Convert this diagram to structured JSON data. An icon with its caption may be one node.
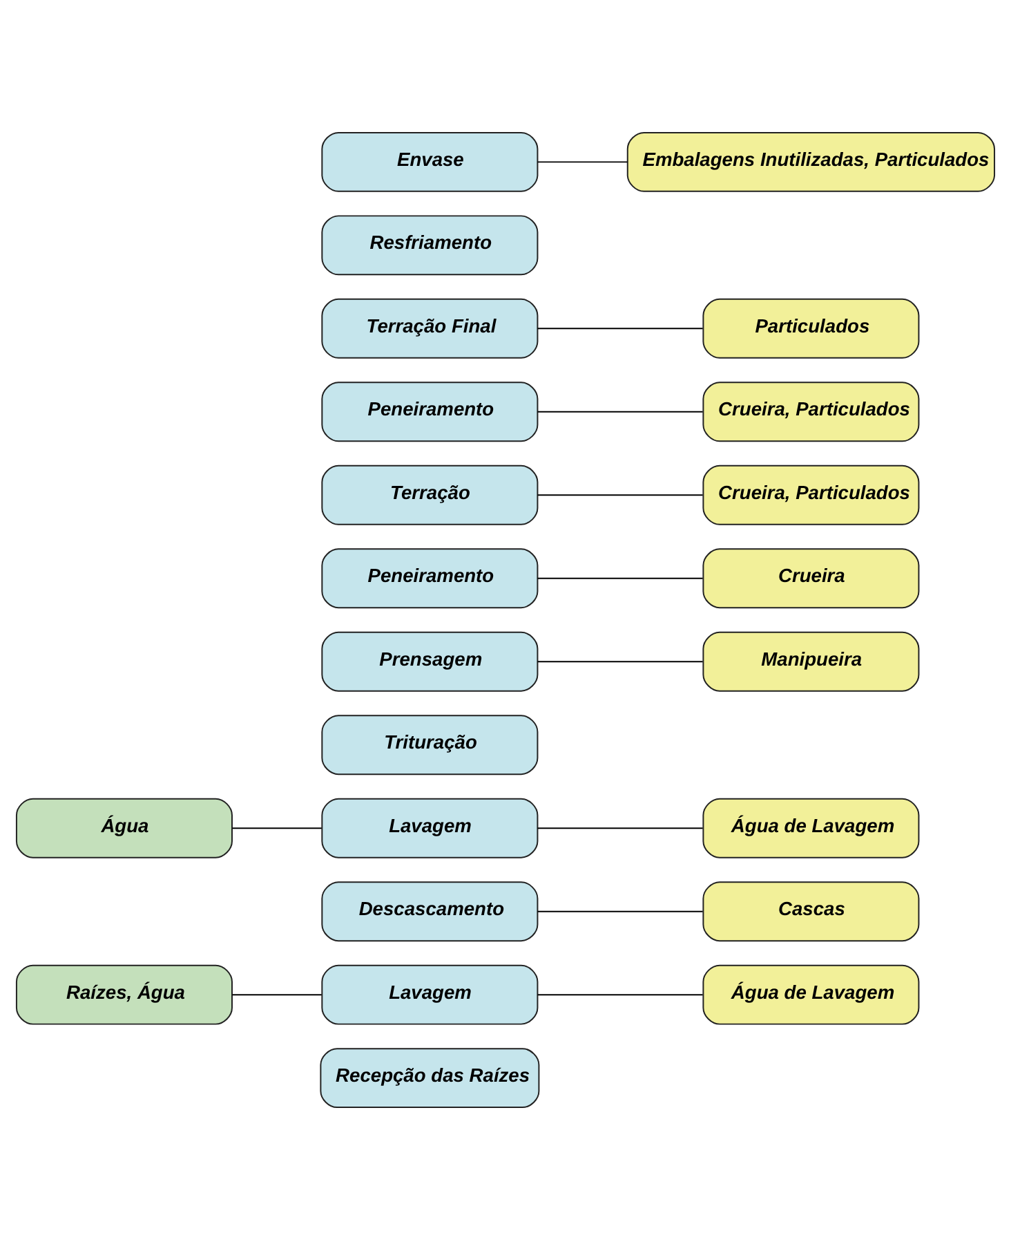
{
  "diagram": {
    "nodes": [
      {
        "text": [
          "Recepção das Raízes"
        ]
      },
      {
        "text": [
          "Raízes, Água"
        ]
      },
      {
        "text": [
          "Lavagem"
        ]
      },
      {
        "text": [
          "Água de Lavagem"
        ]
      },
      {
        "text": [
          "Descascamento"
        ]
      },
      {
        "text": [
          "Cascas"
        ]
      },
      {
        "text": [
          "Água"
        ]
      },
      {
        "text": [
          "Lavagem"
        ]
      },
      {
        "text": [
          "Água de Lavagem"
        ]
      },
      {
        "text": [
          "Trituração"
        ]
      },
      {
        "text": [
          "Prensagem"
        ]
      },
      {
        "text": [
          "Manipueira"
        ]
      },
      {
        "text": [
          "Peneiramento"
        ]
      },
      {
        "text": [
          "Crueira"
        ]
      },
      {
        "text": [
          "Terração"
        ]
      },
      {
        "text": [
          "Crueira, Particulados"
        ]
      },
      {
        "text": [
          "Peneiramento"
        ]
      },
      {
        "text": [
          "Crueira, Particulados"
        ]
      },
      {
        "text": [
          "Terração Final"
        ]
      },
      {
        "text": [
          "Particulados"
        ]
      },
      {
        "text": [
          "Resfriamento"
        ]
      },
      {
        "text": [
          "Envase"
        ]
      },
      {
        "text": [
          "Embalagens Inutilizadas, Particulados"
        ]
      }
    ],
    "edges": [
      {
        "from": 1,
        "to": 2,
        "arrow": "none"
      },
      {
        "from": 2,
        "to": 3,
        "arrow": "none"
      },
      {
        "from": 4,
        "to": 5,
        "arrow": "none"
      },
      {
        "from": 6,
        "to": 7,
        "arrow": "none"
      },
      {
        "from": 7,
        "to": 8,
        "arrow": "none"
      },
      {
        "from": 10,
        "to": 11,
        "arrow": "none"
      },
      {
        "from": 12,
        "to": 13,
        "arrow": "none"
      },
      {
        "from": 14,
        "to": 15,
        "arrow": "none"
      },
      {
        "from": 16,
        "to": 17,
        "arrow": "none"
      },
      {
        "from": 18,
        "to": 19,
        "arrow": "none"
      },
      {
        "from": 21,
        "to": 22,
        "arrow": "none"
      }
    ]
  }
}
